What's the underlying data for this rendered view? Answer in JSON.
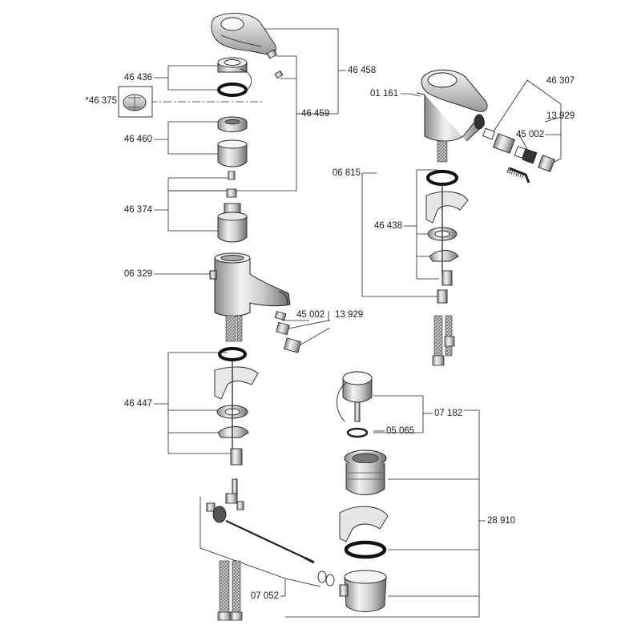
{
  "diagram": {
    "part_numbers": {
      "handle_assembly": "46 458",
      "retaining_ring": "46 436",
      "temp_limiter": "*46 375",
      "screw_set": "46 459",
      "cover_cap": "46 460",
      "cartridge": "46 374",
      "body": "06 329",
      "aerator_insert": "45 002",
      "aerator": "13 929",
      "mounting_set": "46 447",
      "pop_up_waste": "07 182",
      "pop_up_plug": "05 065",
      "waste_body": "28 910",
      "lift_rod": "07 052",
      "bidet_handle": "01 161",
      "bidet_body": "06 815",
      "bidet_swivel": "46 307",
      "bidet_aerator_insert": "45 002",
      "bidet_aerator": "13 929",
      "bidet_mounting_set": "46 438"
    },
    "tool_label": "8mm"
  }
}
